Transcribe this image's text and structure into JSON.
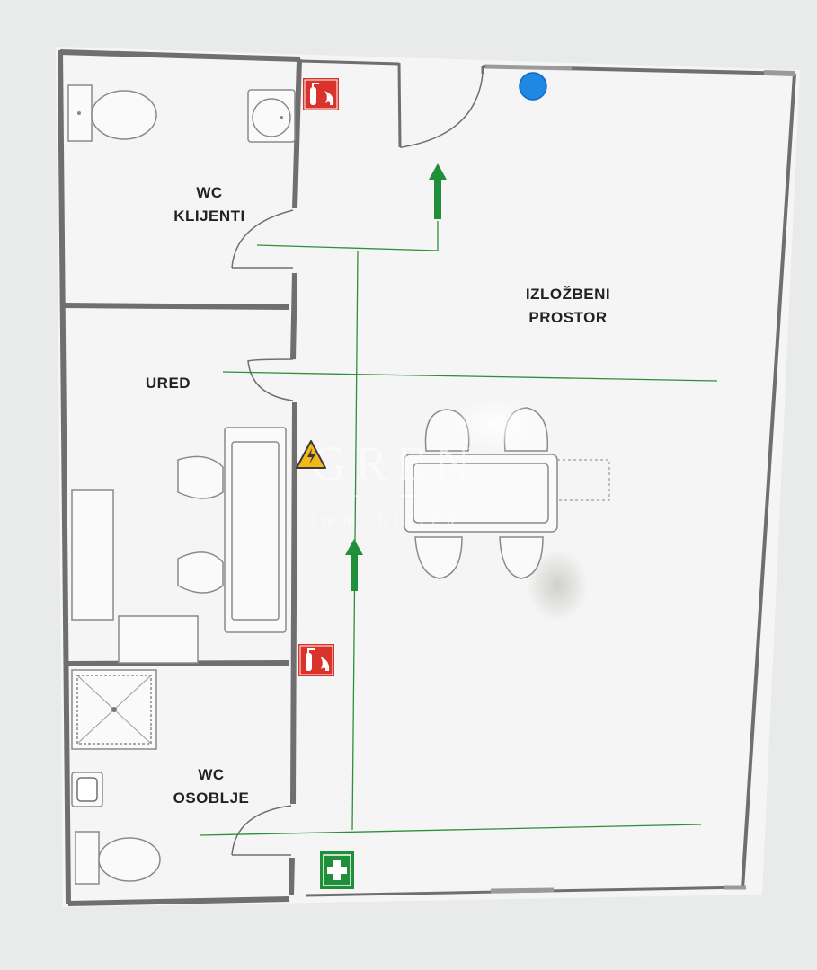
{
  "rooms": {
    "wc_klijenti": {
      "line1": "WC",
      "line2": "KLIJENTI"
    },
    "izlozbeni_prostor": {
      "line1": "IZLOŽBENI",
      "line2": "PROSTOR"
    },
    "ured": {
      "line1": "URED"
    },
    "wc_osoblje": {
      "line1": "WC",
      "line2": "OSOBLJE"
    }
  },
  "watermark": {
    "logo": "GREN",
    "sub": "immobilien"
  },
  "icons": {
    "fire_extinguisher": "fire-extinguisher-icon",
    "electrical_hazard": "electrical-hazard-icon",
    "first_aid": "first-aid-icon",
    "exit_arrow": "exit-arrow-icon",
    "blue_marker": "blue-dot-marker"
  },
  "colors": {
    "safety_red": "#d9332b",
    "exit_green": "#1f8f3a",
    "marker_blue": "#1e88e5",
    "hazard_yellow": "#f2b81a"
  }
}
